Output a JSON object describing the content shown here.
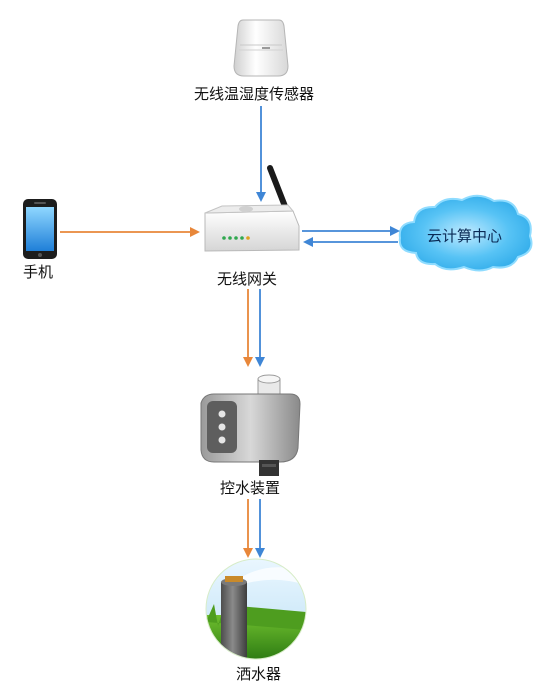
{
  "nodes": {
    "sensor": {
      "label": "无线温湿度传感器"
    },
    "phone": {
      "label": "手机"
    },
    "gateway": {
      "label": "无线网关"
    },
    "cloud": {
      "label": "云计算中心"
    },
    "controller": {
      "label": "控水装置"
    },
    "sprinkler": {
      "label": "洒水器"
    }
  },
  "colors": {
    "orange_arrow": "#e8873a",
    "blue_arrow": "#3f86d6",
    "cloud_fill": "#35b6f0",
    "cloud_edge": "#7fd6ff"
  },
  "icons": {
    "sensor": "wall-mounted-sensor",
    "phone": "smartphone",
    "gateway": "wifi-router",
    "cloud": "cloud",
    "controller": "water-valve-controller",
    "sprinkler": "pop-up-sprinkler"
  }
}
